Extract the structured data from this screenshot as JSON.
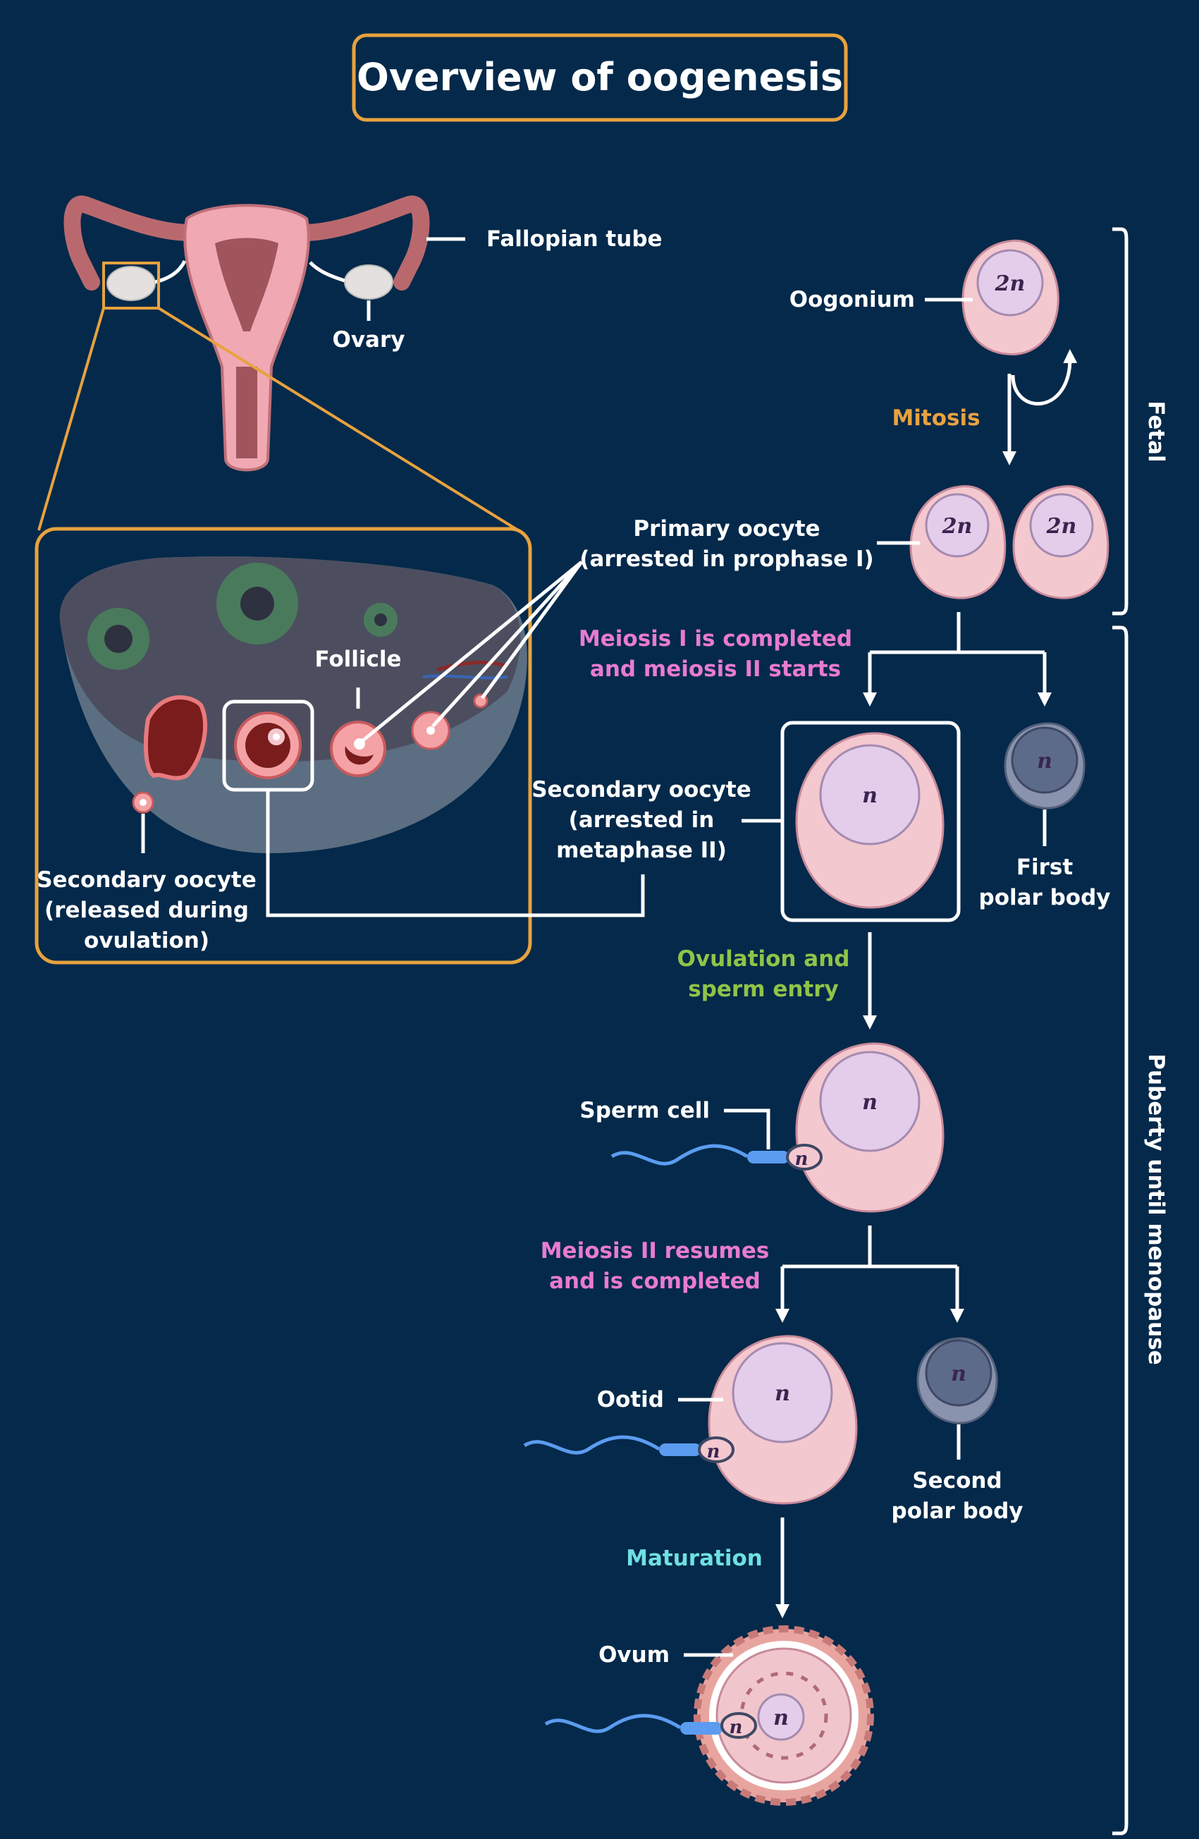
{
  "title": "Overview of oogenesis",
  "anatomy": {
    "fallopian_tube": "Fallopian tube",
    "ovary": "Ovary",
    "follicle": "Follicle",
    "secondary_released": [
      "Secondary oocyte",
      "(released during",
      "ovulation)"
    ]
  },
  "stages": {
    "oogonium": "Oogonium",
    "mitosis": "Mitosis",
    "primary_oocyte": [
      "Primary oocyte",
      "(arrested in prophase I)"
    ],
    "meiosis1": [
      "Meiosis I is completed",
      "and meiosis II starts"
    ],
    "secondary_oocyte": [
      "Secondary oocyte",
      "(arrested in",
      "metaphase II)"
    ],
    "first_polar_body": [
      "First",
      "polar body"
    ],
    "ovulation": [
      "Ovulation and",
      "sperm entry"
    ],
    "sperm_cell": "Sperm cell",
    "meiosis2": [
      "Meiosis II resumes",
      "and is completed"
    ],
    "ootid": "Ootid",
    "second_polar_body": [
      "Second",
      "polar body"
    ],
    "maturation": "Maturation",
    "ovum": "Ovum"
  },
  "ploidy": {
    "diploid": "2n",
    "haploid": "n"
  },
  "phases": {
    "fetal": "Fetal",
    "puberty": "Puberty until menopause"
  },
  "colors": {
    "background": "#04294a",
    "accent_orange": "#e7a23f",
    "pink_label": "#e87bd0",
    "green_label": "#8fc448",
    "cyan_label": "#6fe0e0",
    "cell_pink": "#f4c8cf",
    "nucleus": "#e4cdea",
    "polar_body": "#5d6b8a"
  }
}
